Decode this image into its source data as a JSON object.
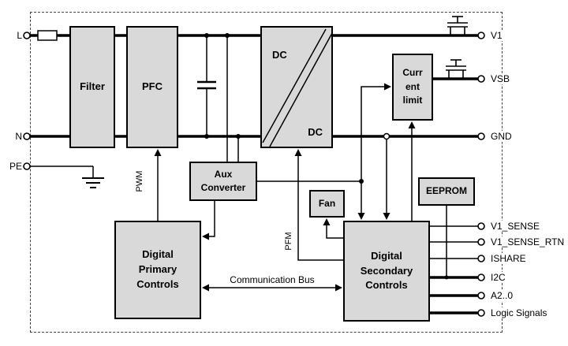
{
  "blocks": {
    "filter": {
      "label": "Filter"
    },
    "pfc": {
      "label": "PFC"
    },
    "dcdc": {
      "label_top": "DC",
      "label_bottom": "DC"
    },
    "aux": {
      "label": "Aux\nConverter"
    },
    "current_limit": {
      "label": "Curr\nent\nlimit"
    },
    "fan": {
      "label": "Fan"
    },
    "eeprom": {
      "label": "EEPROM"
    },
    "primary": {
      "label": "Digital\nPrimary\nControls"
    },
    "secondary": {
      "label": "Digital\nSecondary\nControls"
    }
  },
  "signals": {
    "pwm": "PWM",
    "pfm": "PFM",
    "comm_bus": "Communication Bus"
  },
  "terminals": {
    "left": [
      {
        "label": "L"
      },
      {
        "label": "N"
      },
      {
        "label": "PE"
      }
    ],
    "right": [
      {
        "label": "V1"
      },
      {
        "label": "VSB"
      },
      {
        "label": "GND"
      },
      {
        "label": "V1_SENSE"
      },
      {
        "label": "V1_SENSE_RTN"
      },
      {
        "label": "ISHARE"
      },
      {
        "label": "I2C"
      },
      {
        "label": "A2..0"
      },
      {
        "label": "Logic Signals"
      }
    ]
  },
  "colors": {
    "block_fill": "#d9d9d9",
    "line": "#000000",
    "background": "#ffffff"
  }
}
